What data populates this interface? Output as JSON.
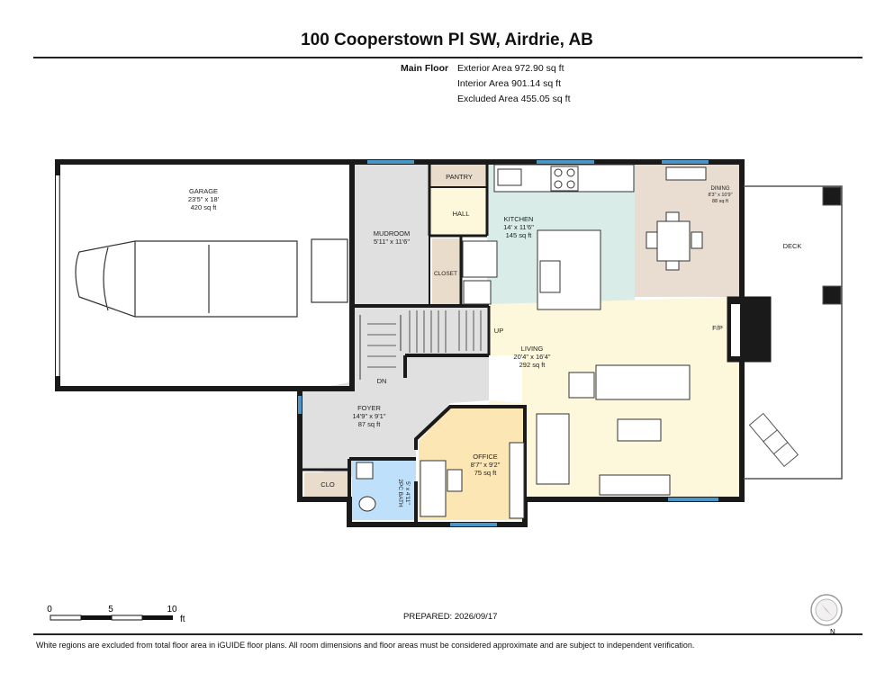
{
  "title": "100 Cooperstown Pl SW, Airdrie, AB",
  "floor": {
    "name": "Main Floor",
    "exterior_area": "Exterior Area 972.90 sq ft",
    "interior_area": "Interior Area 901.14 sq ft",
    "excluded_area": "Excluded Area 455.05 sq ft"
  },
  "rooms": {
    "garage": {
      "name": "GARAGE",
      "dims": "23'5\" x 18'",
      "area": "420 sq ft"
    },
    "mudroom": {
      "name": "MUDROOM",
      "dims": "5'11\" x 11'6\""
    },
    "pantry": {
      "name": "PANTRY"
    },
    "hall": {
      "name": "HALL"
    },
    "closet": {
      "name": "CLOSET"
    },
    "kitchen": {
      "name": "KITCHEN",
      "dims": "14' x 11'6\"",
      "area": "145 sq ft"
    },
    "dining": {
      "name": "DINING",
      "dims": "8'3\" x 10'9\"",
      "area": "88 sq ft"
    },
    "deck": {
      "name": "DECK"
    },
    "living": {
      "name": "LIVING",
      "dims": "20'4\" x 16'4\"",
      "area": "292 sq ft"
    },
    "foyer": {
      "name": "FOYER",
      "dims": "14'9\" x 9'1\"",
      "area": "87 sq ft"
    },
    "office": {
      "name": "OFFICE",
      "dims": "8'7\" x 9'2\"",
      "area": "75 sq ft"
    },
    "bath": {
      "name": "2PC BATH",
      "dims": "5' x 4'11\""
    },
    "clo": {
      "name": "CLO"
    }
  },
  "labels": {
    "up": "UP",
    "dn": "DN",
    "fp": "F/P"
  },
  "scale": {
    "zero": "0",
    "five": "5",
    "ten": "10",
    "unit": "ft"
  },
  "compass": {
    "north": "N"
  },
  "prepared": "PREPARED: 2026/09/17",
  "footer": "White regions are excluded from total floor area in iGUIDE floor plans. All room dimensions and floor areas must be considered approximate and are subject to independent verification.",
  "colors": {
    "wall": "#1a1a1a",
    "floor_gray": "#e0e0e0",
    "kitchen": "#d9ece8",
    "dining": "#e8ddd0",
    "living": "#fdf7dc",
    "office": "#fbe6b4",
    "bath": "#bfe0fb",
    "closet": "#e9dccb",
    "window": "#4a96c8"
  }
}
